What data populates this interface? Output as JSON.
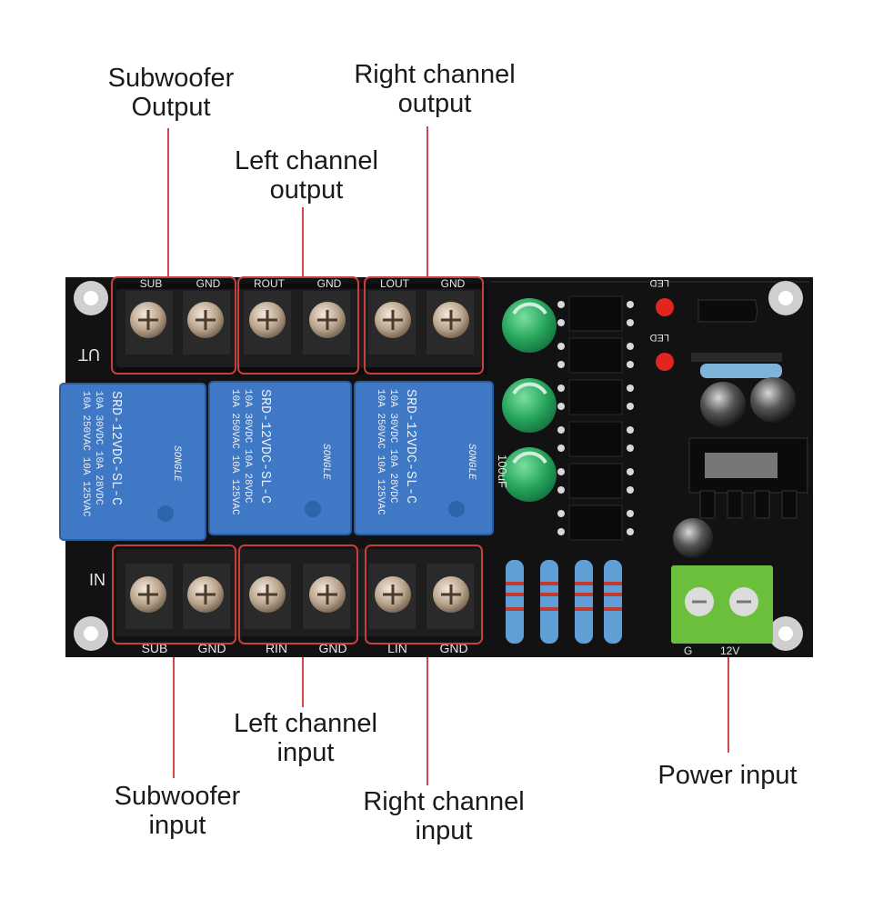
{
  "callouts": {
    "subwoofer_output": [
      "Subwoofer",
      "Output"
    ],
    "right_channel_output": [
      "Right channel",
      "output"
    ],
    "left_channel_output": [
      "Left channel",
      "output"
    ],
    "left_channel_input": [
      "Left channel",
      "input"
    ],
    "subwoofer_input": [
      "Subwoofer",
      "input"
    ],
    "right_channel_input": [
      "Right channel",
      "input"
    ],
    "power_input": [
      "Power input"
    ]
  },
  "board": {
    "top_terminal_labels": [
      "SUB",
      "GND",
      "ROUT",
      "GND",
      "LOUT",
      "GND"
    ],
    "bottom_terminal_labels": [
      "SUB",
      "GND",
      "RIN",
      "GND",
      "LIN",
      "GND"
    ],
    "left_marks": [
      "UT",
      "IN"
    ],
    "led_label": "LED",
    "cap_label": "100uF",
    "power_labels": [
      "G",
      "12V"
    ],
    "relay": {
      "line1": "10A 250VAC 10A 125VAC",
      "line2": "10A 30VDC 10A 28VDC",
      "model": "SRD-12VDC-SL-C",
      "brand": "SONGLE"
    }
  },
  "colors": {
    "leader": "#d24a48",
    "pcb": "#121212",
    "relay": "#3f78c4",
    "capacitor": "#25a35a",
    "terminal": "#6bbf3a"
  }
}
